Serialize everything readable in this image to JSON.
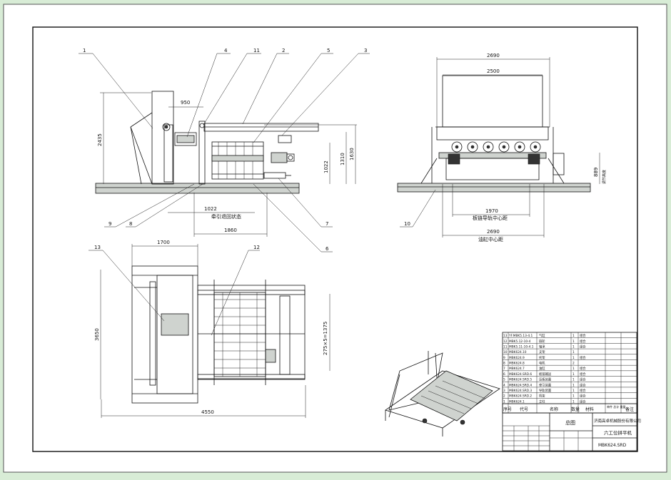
{
  "drawing": {
    "background_color": "#d8ecd6",
    "paper_color": "#ffffff",
    "line_color": "#111111"
  },
  "front_view": {
    "dims": {
      "d950": "950",
      "d2435": "2435",
      "d1022_height": "1022",
      "d1310": "1310",
      "d1630": "1630",
      "d1022_bottom": "1022",
      "d1860": "1860"
    },
    "captions": {
      "retract_state": "牵引退回状态"
    },
    "balloons": {
      "b1": "1",
      "b4": "4",
      "b11": "11",
      "b2": "2",
      "b5": "5",
      "b3": "3",
      "b9": "9",
      "b8": "8",
      "b7": "7",
      "b6": "6"
    }
  },
  "side_view": {
    "dims": {
      "d2690_top": "2690",
      "d2500": "2500",
      "d1970": "1970",
      "d2690_bottom": "2690",
      "d889": "889",
      "d_small": "调节高度"
    },
    "captions": {
      "chain_center": "板链导轨中心距",
      "cylinder_center": "油缸中心距"
    },
    "balloons": {
      "b10": "10"
    }
  },
  "top_view": {
    "dims": {
      "d1700": "1700",
      "d3650": "3650",
      "d4550": "4550",
      "d_pitch": "275×5=1375"
    },
    "balloons": {
      "b13": "13",
      "b12": "12"
    }
  },
  "title_block": {
    "bom_rows": [
      {
        "no": "13",
        "code": "YF.MBK5.13-4.1",
        "name": "气缸",
        "qty": "1",
        "mat": "组合",
        "note": ""
      },
      {
        "no": "12",
        "code": "MBK5.12-10-4",
        "name": "链轮",
        "qty": "1",
        "mat": "组合",
        "note": ""
      },
      {
        "no": "11",
        "code": "MBK5.11-10-4.1",
        "name": "轴承",
        "qty": "1",
        "mat": "组合",
        "note": ""
      },
      {
        "no": "10",
        "code": "MBK624.10",
        "name": "支架",
        "qty": "1",
        "mat": "",
        "note": ""
      },
      {
        "no": "9",
        "code": "MBK624.9",
        "name": "托架",
        "qty": "1",
        "mat": "组合",
        "note": ""
      },
      {
        "no": "8",
        "code": "MBK624.8",
        "name": "电机",
        "qty": "2",
        "mat": "",
        "note": ""
      },
      {
        "no": "7",
        "code": "MBK624.7",
        "name": "油缸",
        "qty": "1",
        "mat": "组合",
        "note": ""
      },
      {
        "no": "6",
        "code": "MBK624.SRD.6",
        "name": "板链输送",
        "qty": "1",
        "mat": "组合",
        "note": ""
      },
      {
        "no": "5",
        "code": "MBK624.SRD.5",
        "name": "压板装置",
        "qty": "1",
        "mat": "组合",
        "note": ""
      },
      {
        "no": "4",
        "code": "MBK624.SRD.4",
        "name": "牵引装置",
        "qty": "1",
        "mat": "组合",
        "note": ""
      },
      {
        "no": "3",
        "code": "MBK624.SRD.3",
        "name": "导轨装置",
        "qty": "1",
        "mat": "组合",
        "note": ""
      },
      {
        "no": "2",
        "code": "MBK624.SRD.2",
        "name": "机架",
        "qty": "1",
        "mat": "组合",
        "note": ""
      },
      {
        "no": "1",
        "code": "MBK624.1",
        "name": "立柱",
        "qty": "1",
        "mat": "组合",
        "note": ""
      }
    ],
    "header": {
      "no": "序号",
      "code": "代号",
      "name": "名称",
      "qty": "数量",
      "mat": "材料",
      "weight": "单件 总计 重量",
      "note": "备注"
    },
    "assembly_label": "总图",
    "company": "济南高卓机械股份有限公司",
    "product": "六工位拼平机",
    "drawing_no": "MBK624.SRD"
  }
}
